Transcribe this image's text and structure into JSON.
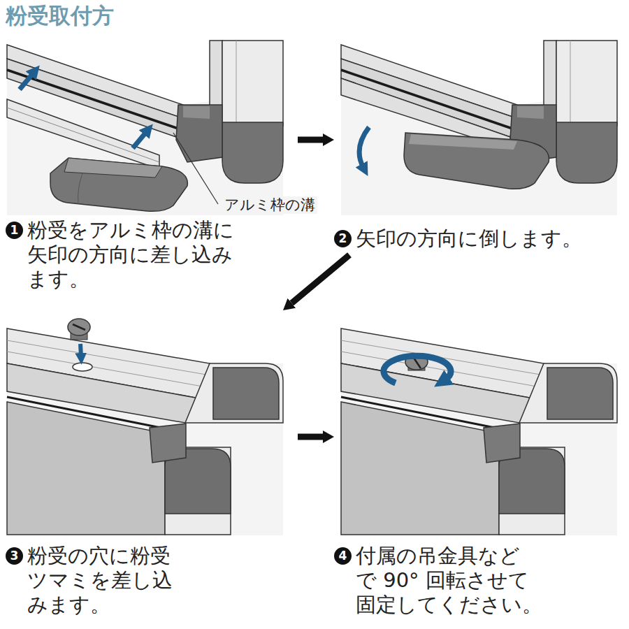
{
  "diagram": {
    "title": "粉受取付方",
    "nodes": [
      {
        "text": [
          "1",
          "粉受をアルミ枠の溝に 矢印の方向に差し込み ます。"
        ]
      },
      {
        "text": [
          "2",
          "矢印の方向に倒します。"
        ]
      },
      {
        "text": [
          "3",
          "粉受の穴に粉受 ツマミを差し込 みます。"
        ]
      },
      {
        "text": [
          "4",
          "付属の吊金具など で 90° 回転させて 固定してください。"
        ]
      }
    ],
    "edges": [
      {
        "from": 0,
        "to": 1,
        "arrow": "to"
      },
      {
        "from": 1,
        "to": 2,
        "arrow": "to"
      },
      {
        "from": 2,
        "to": 3,
        "arrow": "to"
      }
    ],
    "labels": [
      "アルミ枠の溝"
    ]
  }
}
